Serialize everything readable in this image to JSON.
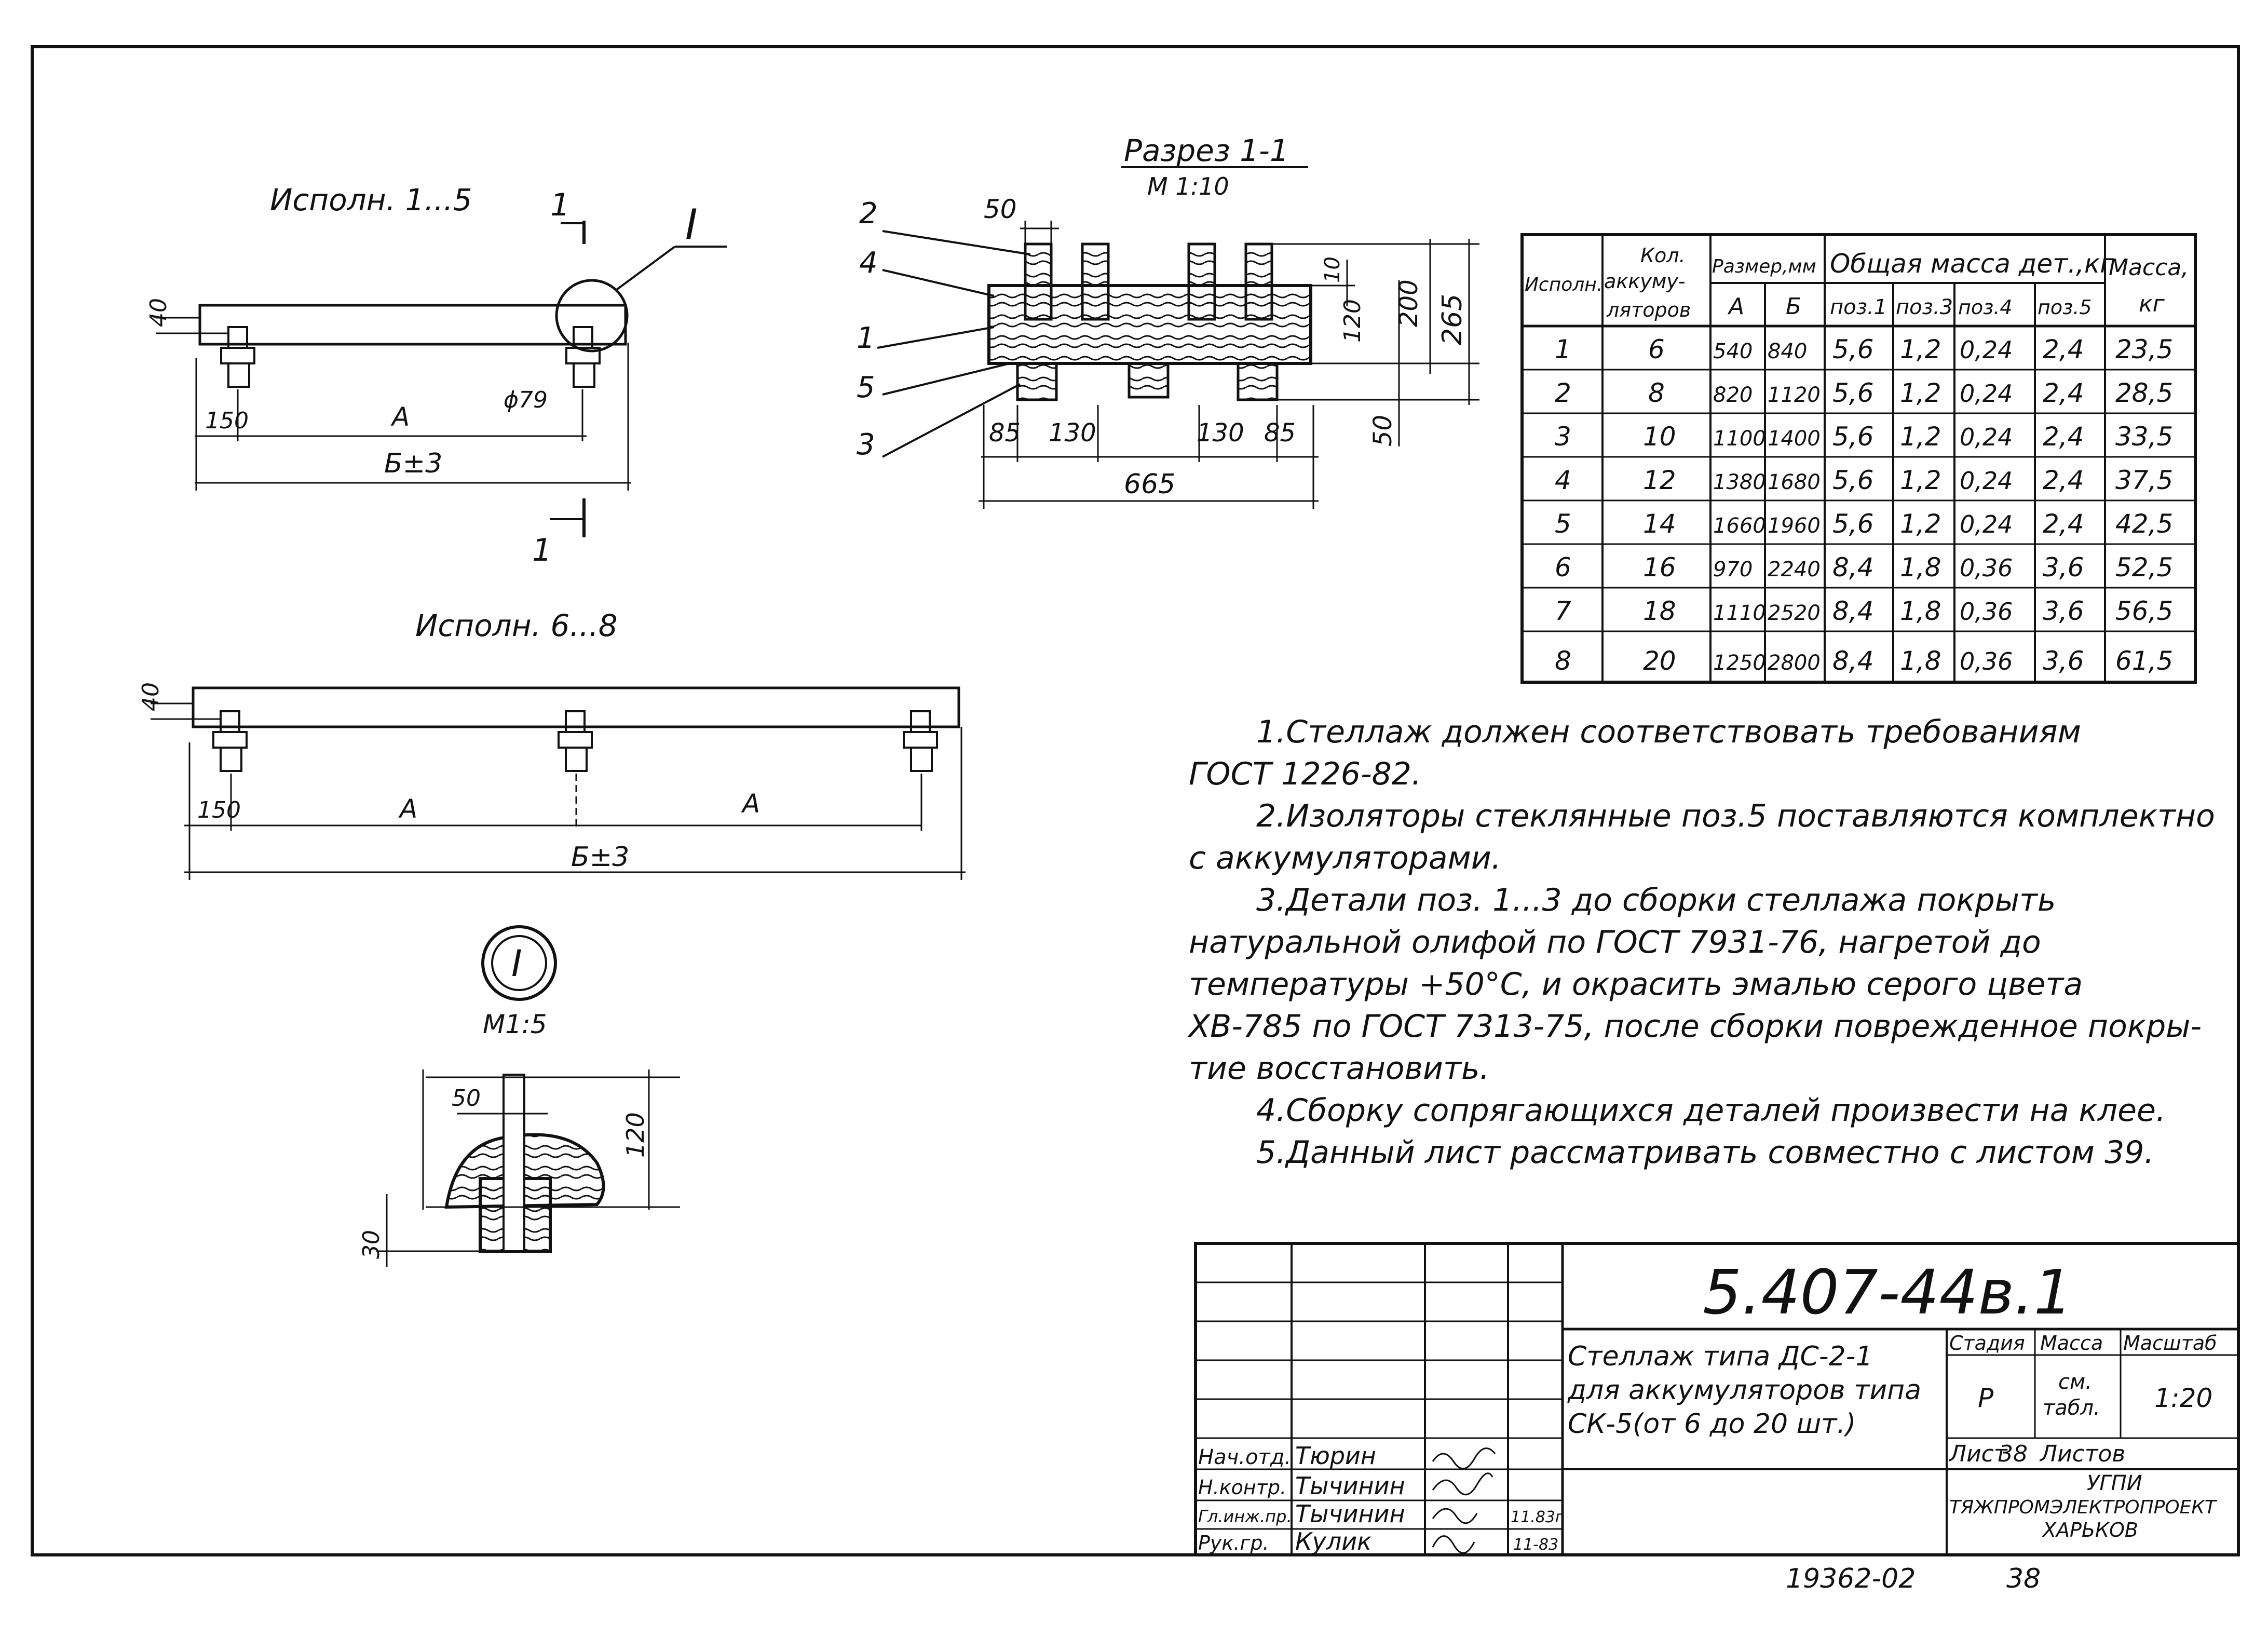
{
  "views": {
    "var1": {
      "title": "Исполн. 1...5",
      "cut_mark": "1",
      "detail_mark": "I",
      "dim_40": "40",
      "dim_150": "150",
      "dim_A": "A",
      "dim_B": "Б±3",
      "dim_phi": "ϕ79"
    },
    "var2": {
      "title": "Исполн. 6...8",
      "dim_40": "40",
      "dim_150": "150",
      "dim_A1": "A",
      "dim_A2": "A",
      "dim_B": "Б±3"
    },
    "section": {
      "title": "Разрез 1-1",
      "scale": "М 1:10",
      "positions": [
        "2",
        "4",
        "1",
        "5",
        "3"
      ],
      "dims": {
        "d50": "50",
        "d10": "10",
        "d120": "120",
        "d200": "200",
        "d265": "265",
        "d50b": "50",
        "d85a": "85",
        "d130a": "130",
        "d130b": "130",
        "d85b": "85",
        "d665": "665"
      }
    },
    "detail": {
      "mark": "I",
      "scale": "М1:5",
      "d50": "50",
      "d120": "120",
      "d30": "30"
    }
  },
  "table": {
    "headers": {
      "variant": "Исполн.",
      "qty_l1": "Кол.",
      "qty_l2": "аккуму-",
      "qty_l3": "ляторов",
      "size": "Размер,мм",
      "mass_group": "Общая масса дет.,кг",
      "total_l1": "Масса,",
      "total_l2": "кг",
      "sub": [
        "А",
        "Б",
        "поз.1",
        "поз.3",
        "поз.4",
        "поз.5"
      ]
    },
    "rows": [
      [
        "1",
        "6",
        "540",
        "840",
        "5,6",
        "1,2",
        "0,24",
        "2,4",
        "23,5"
      ],
      [
        "2",
        "8",
        "820",
        "1120",
        "5,6",
        "1,2",
        "0,24",
        "2,4",
        "28,5"
      ],
      [
        "3",
        "10",
        "1100",
        "1400",
        "5,6",
        "1,2",
        "0,24",
        "2,4",
        "33,5"
      ],
      [
        "4",
        "12",
        "1380",
        "1680",
        "5,6",
        "1,2",
        "0,24",
        "2,4",
        "37,5"
      ],
      [
        "5",
        "14",
        "1660",
        "1960",
        "5,6",
        "1,2",
        "0,24",
        "2,4",
        "42,5"
      ],
      [
        "6",
        "16",
        "970",
        "2240",
        "8,4",
        "1,8",
        "0,36",
        "3,6",
        "52,5"
      ],
      [
        "7",
        "18",
        "1110",
        "2520",
        "8,4",
        "1,8",
        "0,36",
        "3,6",
        "56,5"
      ],
      [
        "8",
        "20",
        "1250",
        "2800",
        "8,4",
        "1,8",
        "0,36",
        "3,6",
        "61,5"
      ]
    ]
  },
  "notes": [
    "1.Стеллаж должен соответствовать требованиям",
    "ГОСТ 1226-82.",
    "2.Изоляторы стеклянные поз.5 поставляются комплектно",
    "с аккумуляторами.",
    "3.Детали поз. 1...3 до сборки стеллажа покрыть",
    "натуральной олифой по ГОСТ 7931-76, нагретой до",
    "температуры +50°С, и окрасить эмалью серого цвета",
    "ХВ-785 по ГОСТ 7313-75, после сборки поврежденное покры-",
    "тие восстановить.",
    "4.Сборку сопрягающихся деталей произвести на клее.",
    "5.Данный лист рассматривать совместно с листом 39."
  ],
  "title_block": {
    "doc_number": "5.407-44в.1",
    "name": [
      "Стеллаж типа ДС-2-1",
      "для аккумуляторов типа",
      "СК-5(от 6 до 20 шт.)"
    ],
    "stage_label": "Стадия",
    "mass_label": "Масса",
    "scale_label": "Масштаб",
    "stage": "Р",
    "mass": [
      "см.",
      "табл."
    ],
    "scale": "1:20",
    "sheet_label": "Лист",
    "sheet": "38",
    "sheets_label": "Листов",
    "org": [
      "УГПИ",
      "ТЯЖПРОМЭЛЕКТРОПРОЕКТ",
      "ХАРЬКОВ"
    ],
    "signatures": [
      {
        "role": "Нач.отд.",
        "name": "Тюрин",
        "date": ""
      },
      {
        "role": "Н.контр.",
        "name": "Тычинин",
        "date": ""
      },
      {
        "role": "Гл.инж.пр.",
        "name": "Тычинин",
        "date": "11.83г"
      },
      {
        "role": "Рук.гр.",
        "name": "Кулик",
        "date": "11-83"
      }
    ]
  },
  "footer": {
    "archive_no": "19362-02",
    "page": "38"
  }
}
